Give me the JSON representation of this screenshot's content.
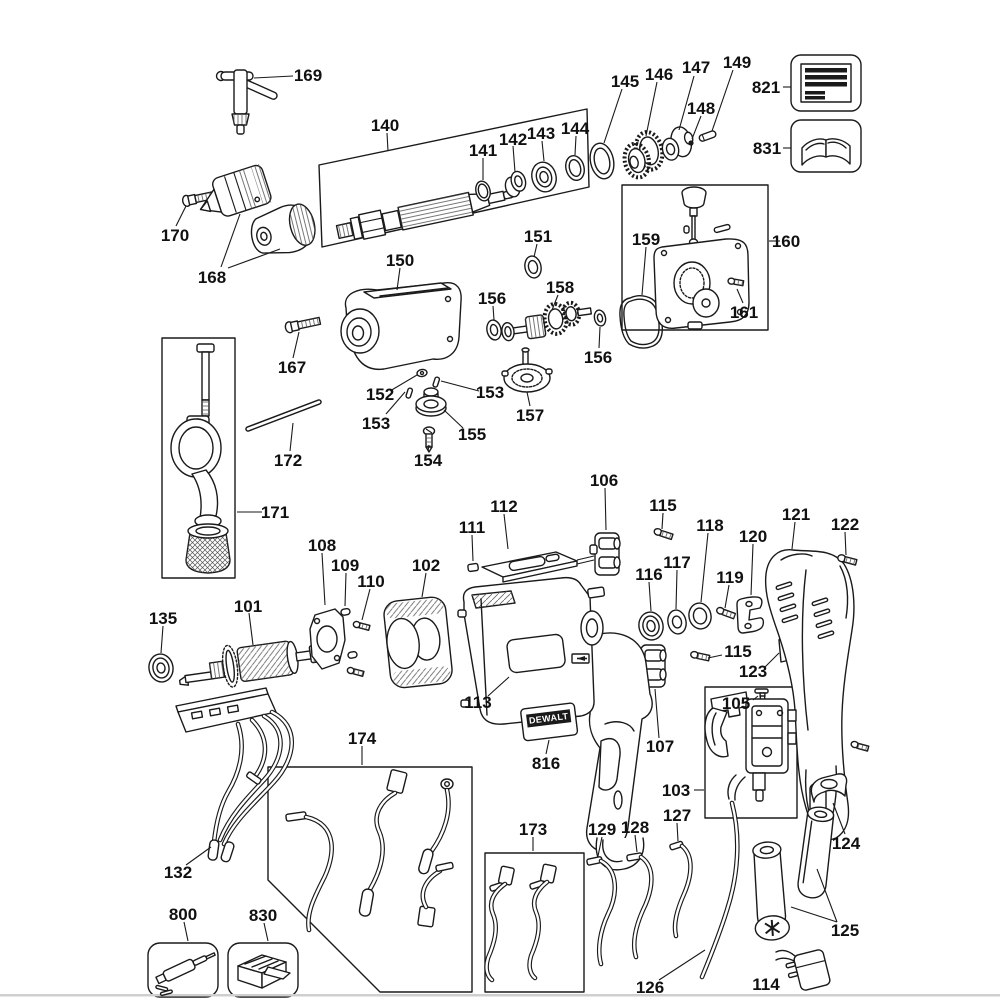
{
  "colors": {
    "ink": "#1a1a1a",
    "background": "#ffffff"
  },
  "brand": {
    "plate_text": "DEWALT"
  },
  "labels": {
    "p101": "101",
    "p102": "102",
    "p103": "103",
    "p105": "105",
    "p106": "106",
    "p107": "107",
    "p108": "108",
    "p109": "109",
    "p110": "110",
    "p111": "111",
    "p112": "112",
    "p113": "113",
    "p114": "114",
    "p115a": "115",
    "p115b": "115",
    "p116": "116",
    "p117": "117",
    "p118": "118",
    "p119": "119",
    "p120": "120",
    "p121": "121",
    "p122": "122",
    "p123": "123",
    "p124": "124",
    "p125": "125",
    "p126": "126",
    "p127": "127",
    "p128": "128",
    "p129": "129",
    "p132": "132",
    "p135": "135",
    "p140": "140",
    "p141": "141",
    "p142": "142",
    "p143": "143",
    "p144": "144",
    "p145": "145",
    "p146": "146",
    "p147": "147",
    "p148": "148",
    "p149": "149",
    "p150": "150",
    "p151": "151",
    "p152": "152",
    "p153a": "153",
    "p153b": "153",
    "p154": "154",
    "p155": "155",
    "p156a": "156",
    "p156b": "156",
    "p157": "157",
    "p158": "158",
    "p159": "159",
    "p160": "160",
    "p161": "161",
    "p167": "167",
    "p168": "168",
    "p169": "169",
    "p170": "170",
    "p171": "171",
    "p172": "172",
    "p173": "173",
    "p174": "174",
    "p800": "800",
    "p816": "816",
    "p821": "821",
    "p830": "830",
    "p831": "831"
  }
}
